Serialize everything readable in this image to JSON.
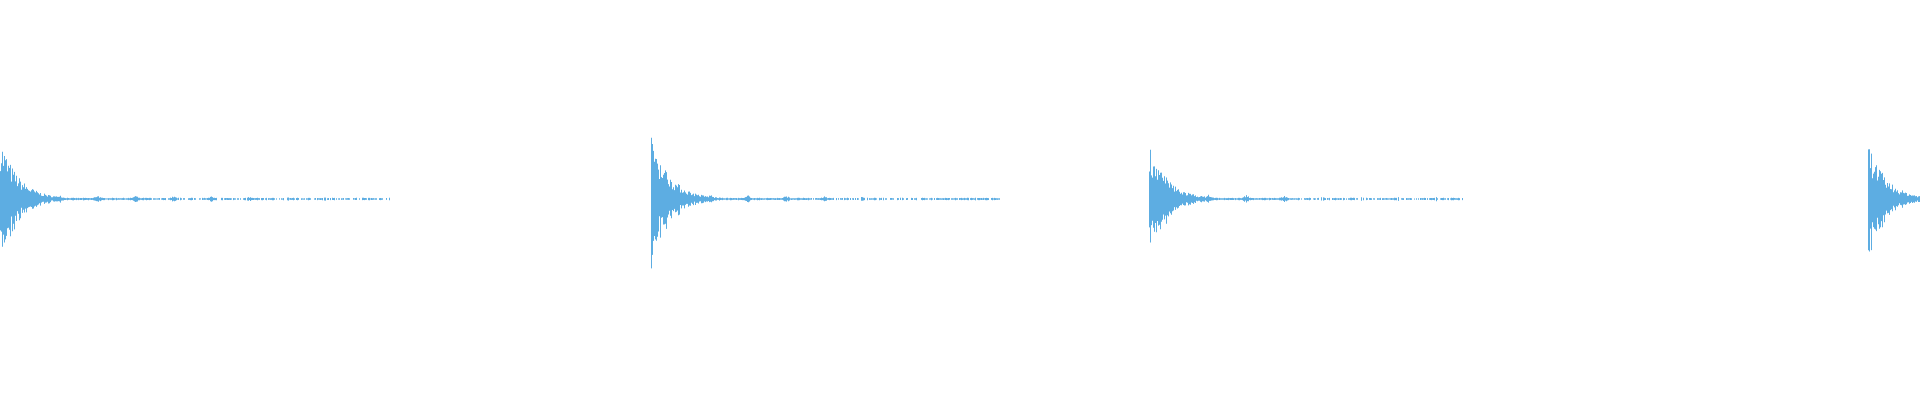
{
  "chart_data": {
    "type": "waveform",
    "color": "#5dade2",
    "axes_visible": false,
    "grid": false,
    "background": "#ffffff",
    "bursts": [
      {
        "peak_amplitude": 0.62
      },
      {
        "peak_amplitude": 0.68
      },
      {
        "peak_amplitude": 0.56
      },
      {
        "peak_amplitude": 0.57
      }
    ]
  }
}
